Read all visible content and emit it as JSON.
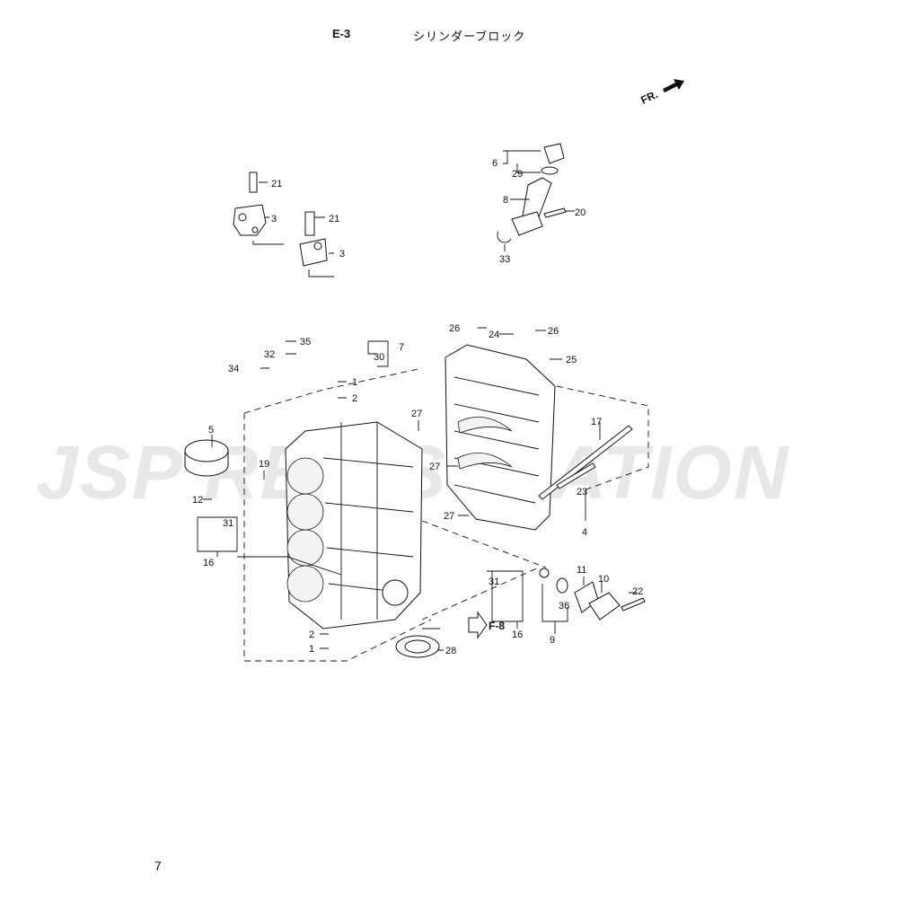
{
  "header": {
    "section_code": "E-3",
    "title": "シリンダーブロック"
  },
  "page_number": "7",
  "direction_indicator": "FR.",
  "reference_marker": "F-8",
  "watermark": "JSP REGISTRATION",
  "callouts": [
    "21",
    "3",
    "21",
    "3",
    "6",
    "29",
    "8",
    "20",
    "33",
    "35",
    "32",
    "34",
    "7",
    "30",
    "1",
    "2",
    "26",
    "24",
    "26",
    "25",
    "27",
    "27",
    "27",
    "17",
    "23",
    "4",
    "5",
    "19",
    "12",
    "31",
    "16",
    "2",
    "1",
    "28",
    "31",
    "16",
    "9",
    "36",
    "11",
    "10",
    "22"
  ]
}
